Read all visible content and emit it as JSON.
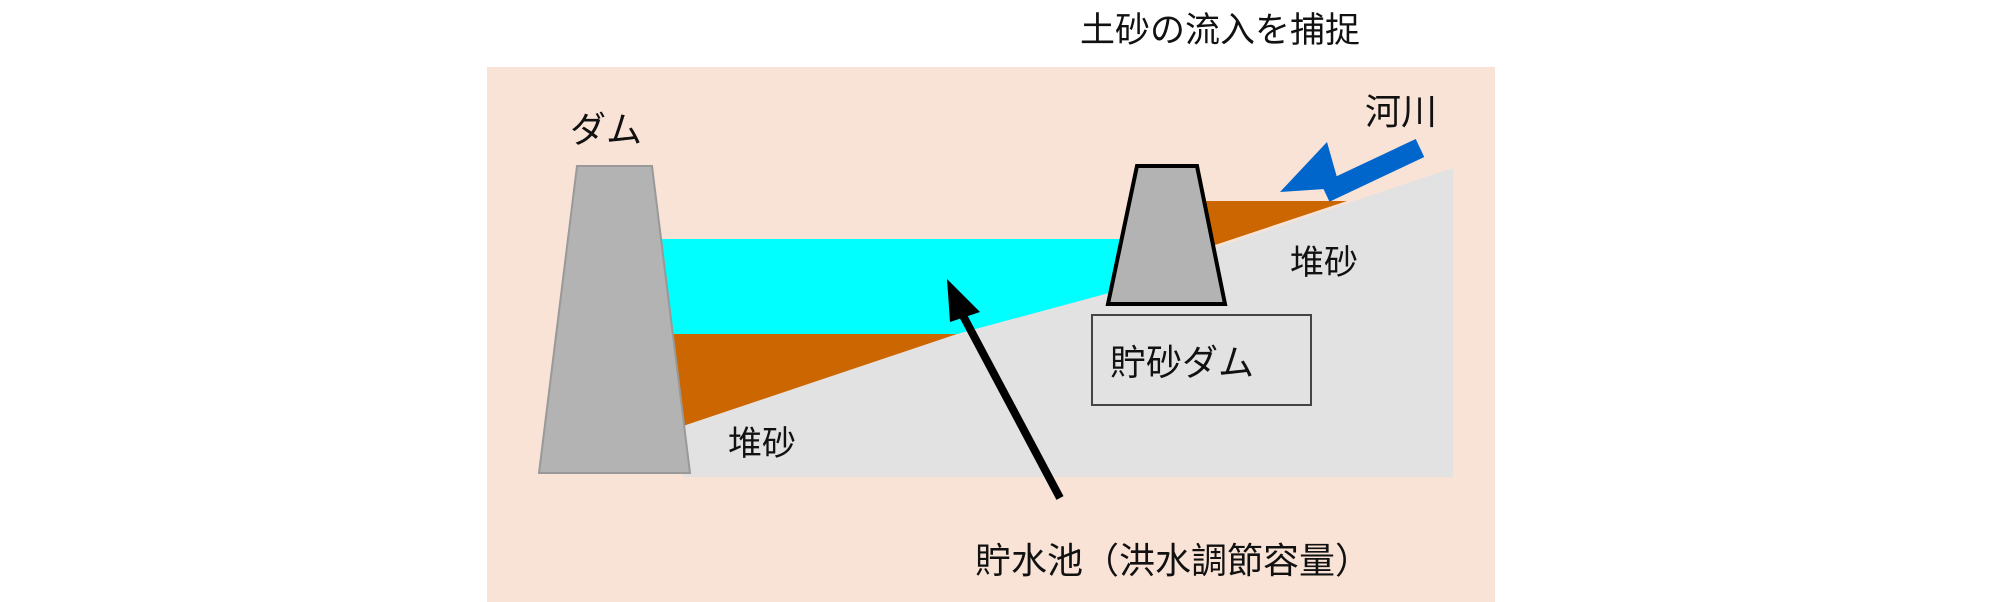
{
  "title": "土砂の流入を捕捉",
  "labels": {
    "dam": "ダム",
    "river": "河川",
    "sediment_upper": "堆砂",
    "sediment_lower": "堆砂",
    "check_dam": "貯砂ダム",
    "reservoir": "貯水池（洪水調節容量）"
  },
  "colors": {
    "background": "#f9e3d6",
    "water": "#00ffff",
    "sediment": "#cc6600",
    "ground": "#e2e2e2",
    "dam": "#b3b3b3",
    "river_arrow": "#0066cc"
  }
}
